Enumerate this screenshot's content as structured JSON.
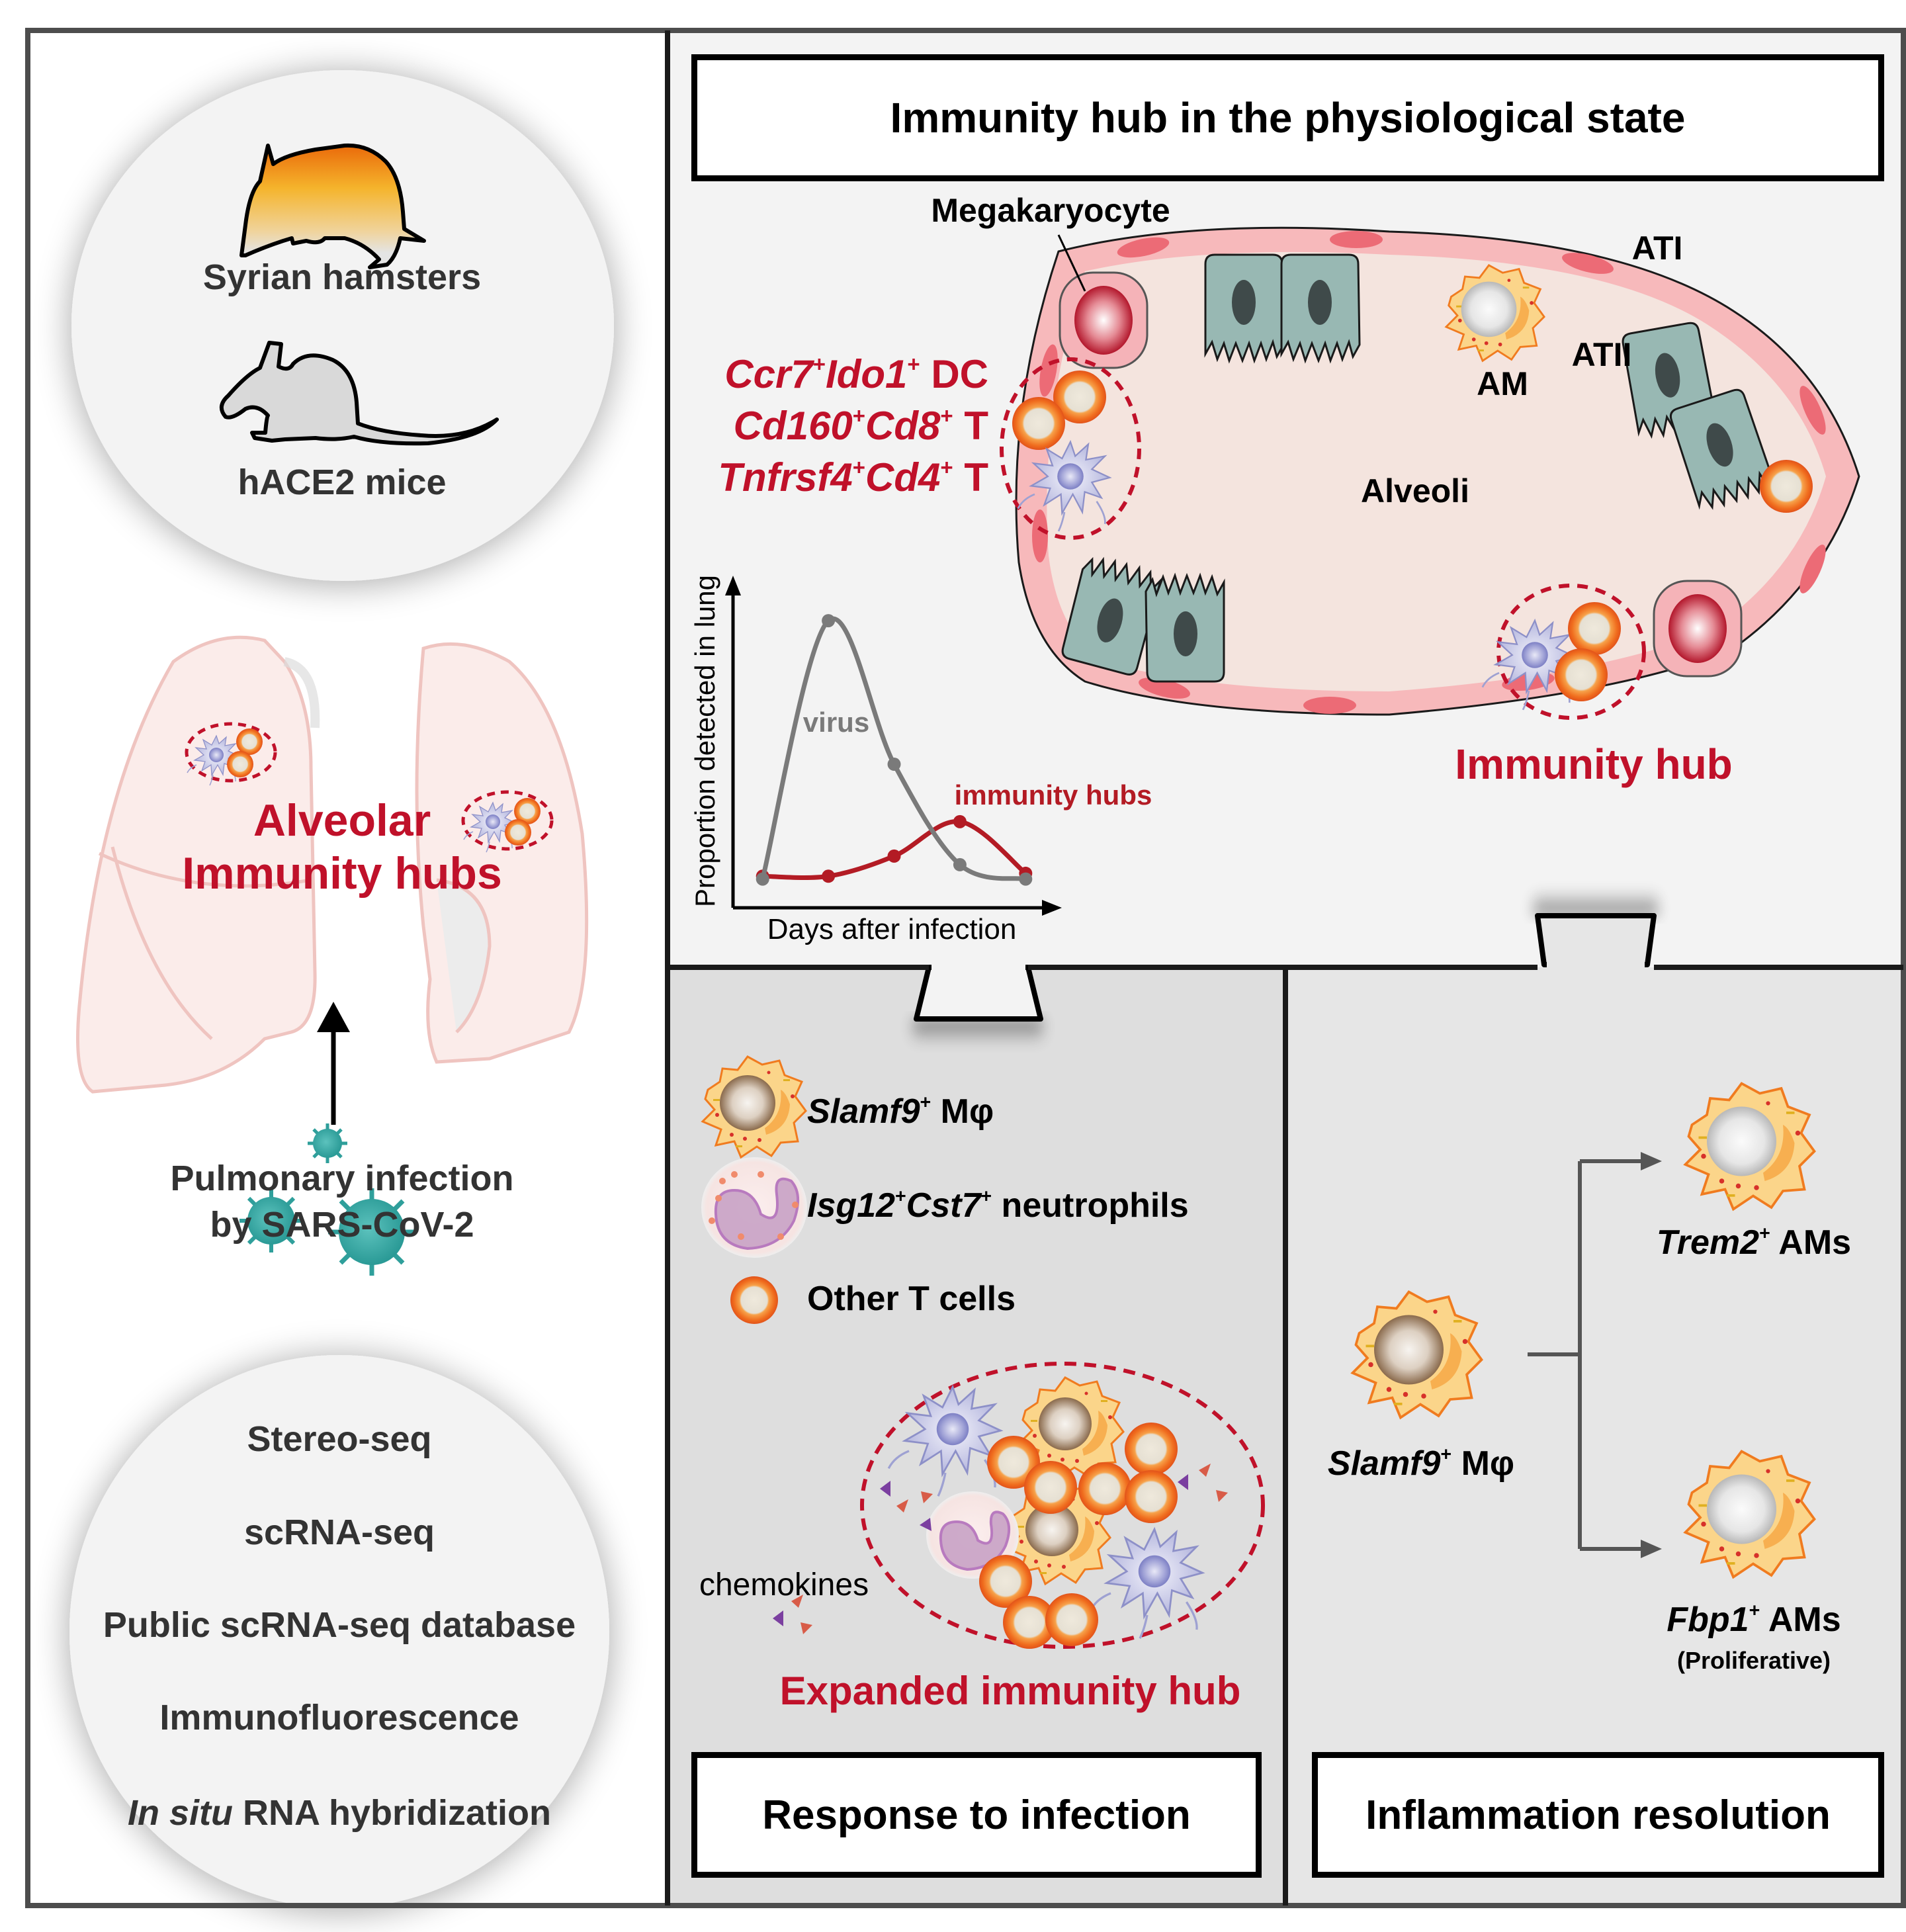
{
  "colors": {
    "frame": "#4d4d4d",
    "accent_red": "#c0112a",
    "virus_teal": "#3aa9a6",
    "virus_line": "#7a7a7a",
    "hub_line": "#b31b24",
    "panel_top_right": "#f3f3f3",
    "panel_bottom_middle": "#dedede",
    "panel_bottom_right": "#e6e6e6"
  },
  "left_panel": {
    "models": {
      "items": [
        {
          "label": "Syrian hamsters",
          "icon": "hamster-icon"
        },
        {
          "label": "hACE2 mice",
          "icon": "mouse-icon"
        }
      ]
    },
    "lung": {
      "title_line1": "Alveolar",
      "title_line2": "Immunity hubs",
      "infection_line1": "Pulmonary infection",
      "infection_line2": "by SARS-CoV-2"
    },
    "methods": {
      "items": [
        {
          "italic": "",
          "text": "Stereo-seq"
        },
        {
          "italic": "",
          "text": "scRNA-seq"
        },
        {
          "italic": "",
          "text": "Public scRNA-seq database"
        },
        {
          "italic": "",
          "text": "Immunofluorescence"
        },
        {
          "italic": "In situ",
          "text": " RNA hybridization"
        }
      ]
    }
  },
  "physiological_panel": {
    "title": "Immunity hub in the physiological state",
    "labels": {
      "megakaryocyte": "Megakaryocyte",
      "ati": "ATI",
      "atii": "ATII",
      "am": "AM",
      "alveoli": "Alveoli",
      "immunity_hub": "Immunity hub"
    },
    "hub_cell_types": [
      {
        "gene1": "Ccr7",
        "sup1": "+",
        "gene2": "Ido1",
        "sup2": "+",
        "type": " DC"
      },
      {
        "gene1": "Cd160",
        "sup1": "+",
        "gene2": "Cd8",
        "sup2": "+",
        "type": " T"
      },
      {
        "gene1": "Tnfrsf4",
        "sup1": "+",
        "gene2": "Cd4",
        "sup2": "+",
        "type": " T"
      }
    ]
  },
  "chart_data": {
    "type": "line",
    "title": "",
    "xlabel": "Days after infection",
    "ylabel": "Proportion detected in lung",
    "x": [
      1,
      2,
      3,
      4,
      5
    ],
    "xlim": [
      0.55,
      5.5
    ],
    "ylim": [
      0,
      1.15
    ],
    "grid": false,
    "legend": "inline labels",
    "series": [
      {
        "name": "virus",
        "label": "virus",
        "color": "#7a7a7a",
        "values": [
          0.1,
          1.0,
          0.5,
          0.15,
          0.1
        ]
      },
      {
        "name": "immunity hubs",
        "label": "immunity hubs",
        "color": "#b31b24",
        "values": [
          0.11,
          0.11,
          0.18,
          0.3,
          0.12
        ]
      }
    ]
  },
  "response_panel": {
    "title": "Response to infection",
    "legend": [
      {
        "gene": "Slamf9",
        "sup": "+",
        "rest": " Mφ",
        "icon": "macrophage-icon"
      },
      {
        "gene": "Isg12",
        "sup": "+",
        "gene2": "Cst7",
        "sup2": "+",
        "rest": " neutrophils",
        "icon": "neutrophil-icon"
      },
      {
        "gene": "",
        "sup": "",
        "rest": "Other T cells",
        "icon": "t-cell-icon"
      }
    ],
    "chemokines_label": "chemokines",
    "hub_label": "Expanded immunity hub"
  },
  "resolution_panel": {
    "title": "Inflammation resolution",
    "source": {
      "gene": "Slamf9",
      "sup": "+",
      "rest": " Mφ"
    },
    "targets": [
      {
        "gene": "Trem2",
        "sup": "+",
        "rest": " AMs",
        "note": ""
      },
      {
        "gene": "Fbp1",
        "sup": "+",
        "rest": " AMs",
        "note": "(Proliferative)"
      }
    ]
  }
}
